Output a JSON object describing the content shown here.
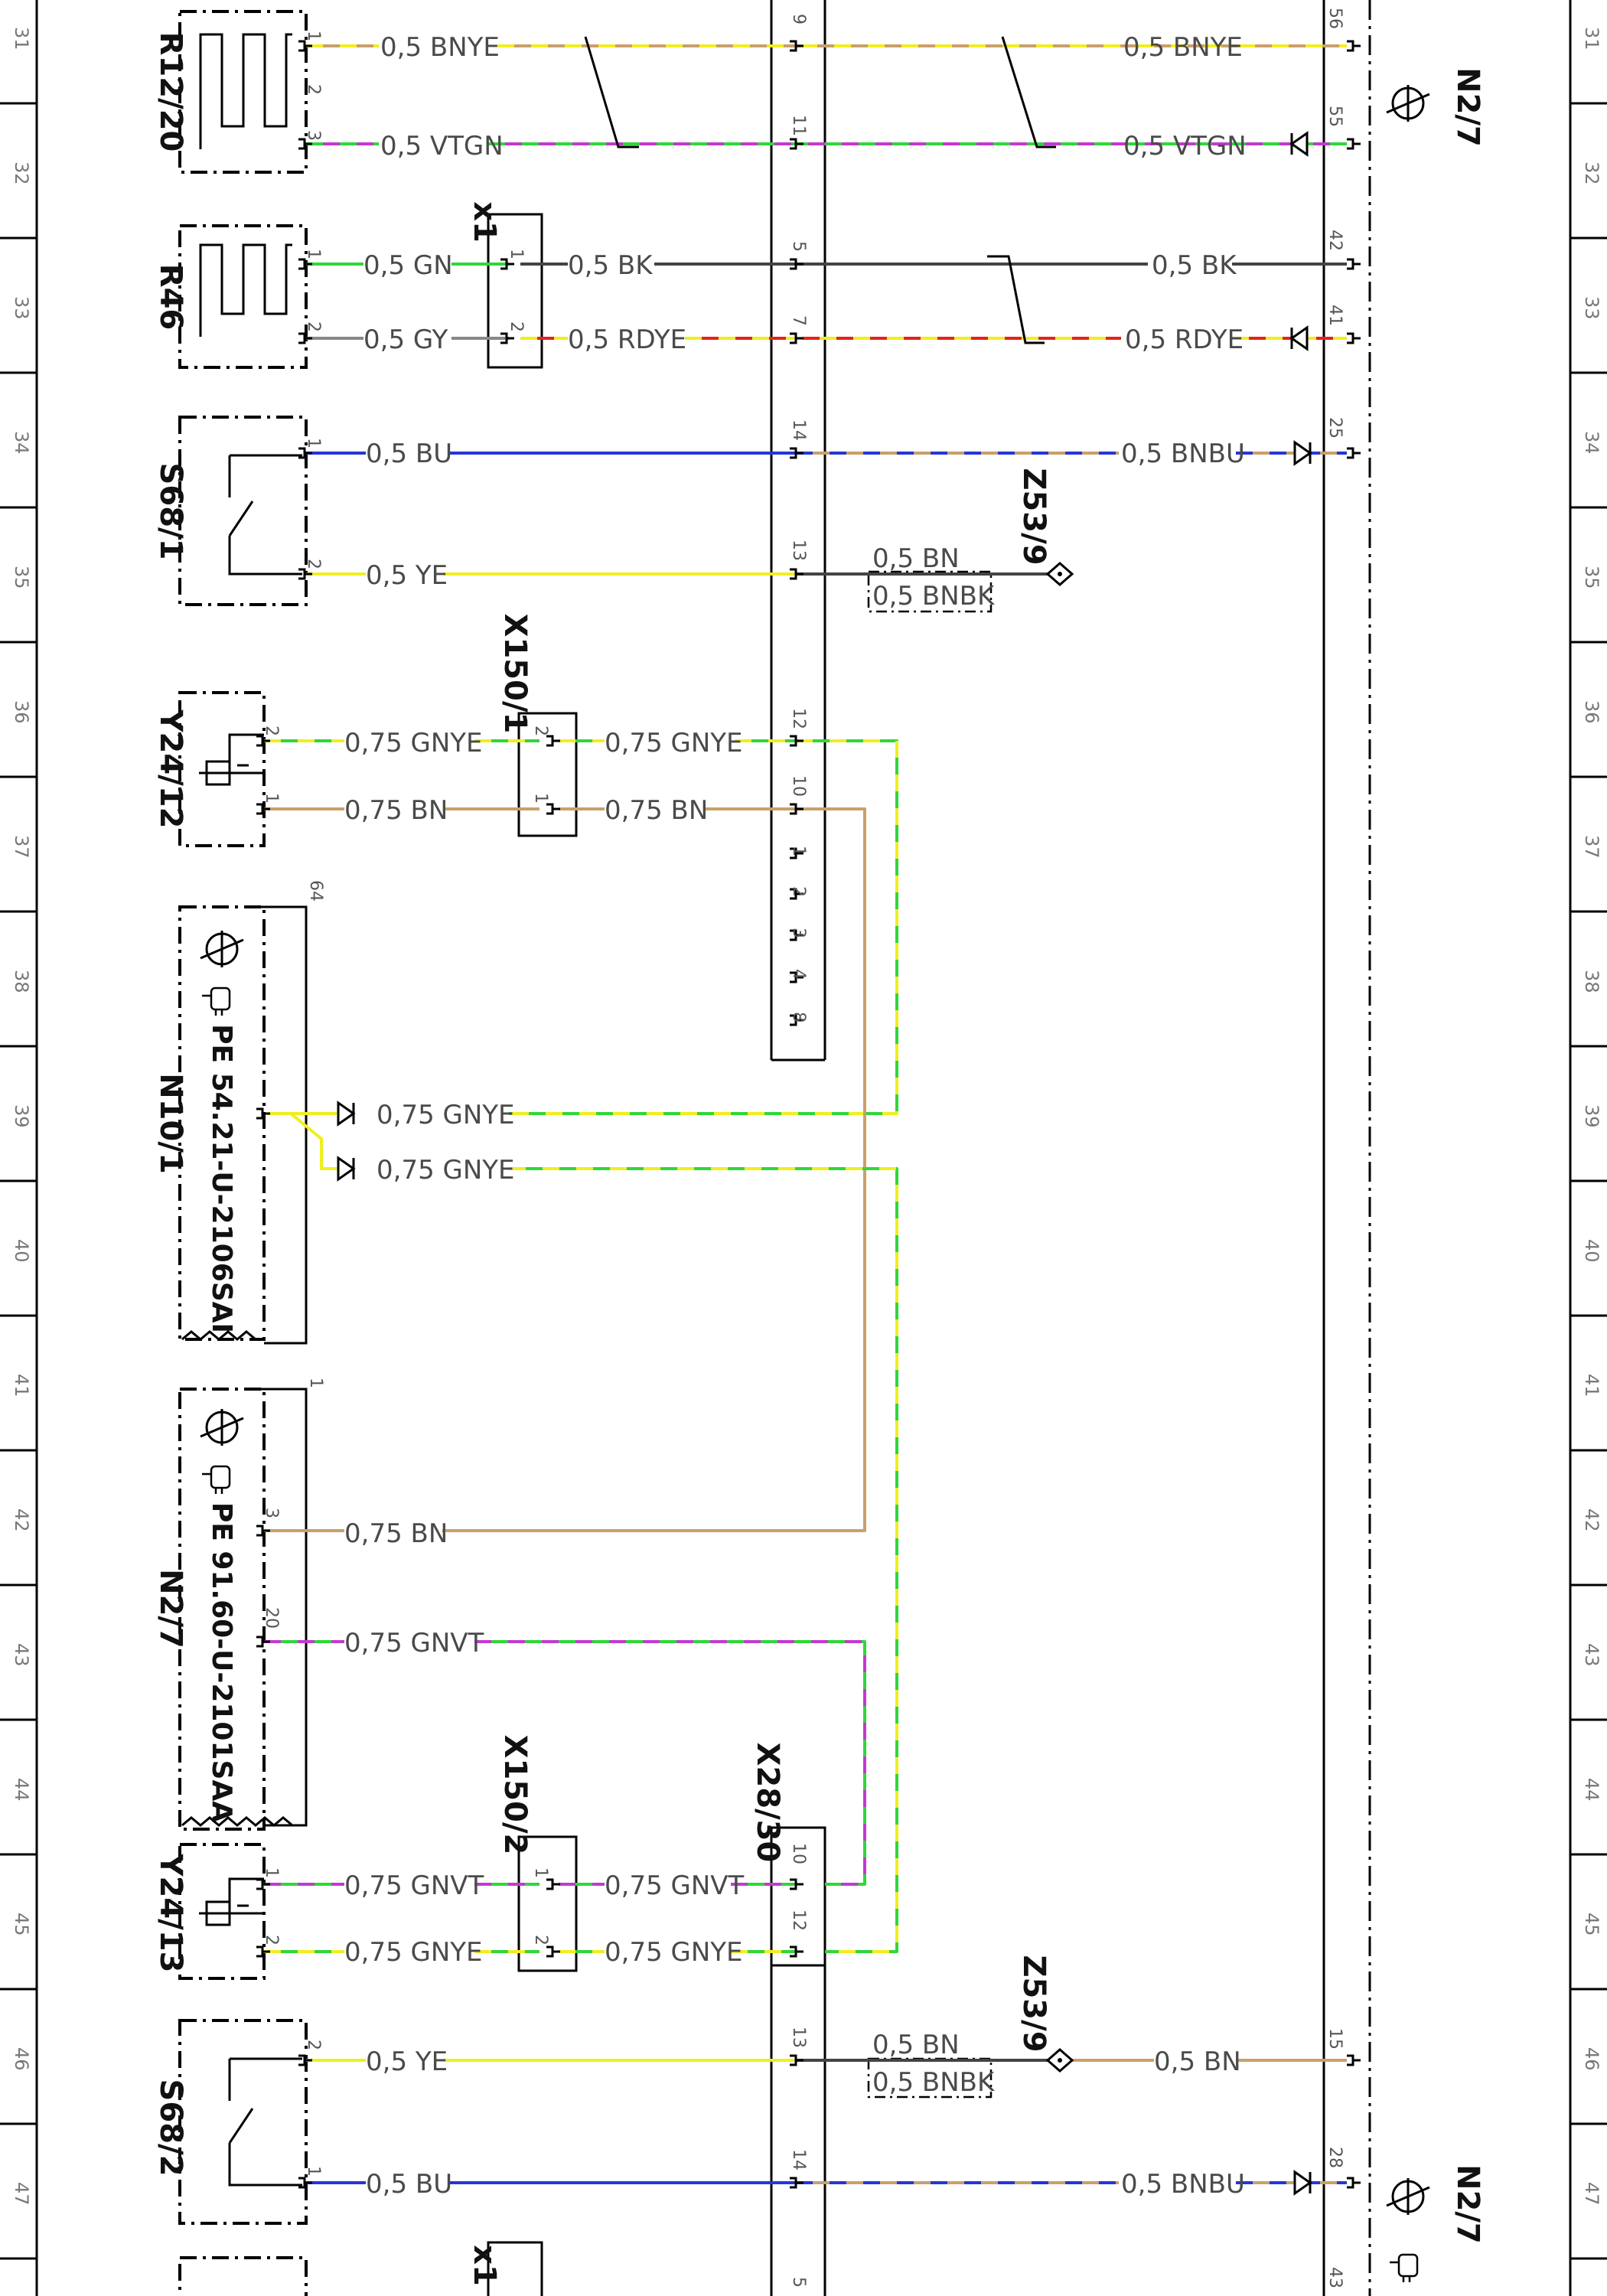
{
  "row_numbers": [
    "31",
    "32",
    "33",
    "34",
    "35",
    "36",
    "37",
    "38",
    "39",
    "40",
    "41",
    "42",
    "43",
    "44",
    "45",
    "46",
    "47"
  ],
  "colors": {
    "BN": "#c9a06a",
    "YE": "#f0ee1f",
    "GN": "#31d63a",
    "VT": "#c23ad0",
    "BU": "#2436d8",
    "RD": "#e4231b",
    "BK": "#444444",
    "GY": "#888888"
  },
  "components": {
    "r12_20": "R12/20",
    "r46": "R46",
    "s68_1": "S68/1",
    "y24_12": "Y24/12",
    "n10_1": "N10/1",
    "n10_1_pe": "PE 54.21-U-2106SAI",
    "n2_7": "N2/7",
    "n2_7_pe": "PE 91.60-U-2101SAA",
    "y24_13": "Y24/13",
    "s68_2": "S68/2",
    "x1_top": "x1",
    "x1_bottom": "x1",
    "x150_1": "X150/1",
    "x150_2": "X150/2",
    "x28_30": "X28/30",
    "z53_9_top": "Z53/9",
    "z53_9_bottom": "Z53/9",
    "n2_7_right_top": "N2/7",
    "n2_7_right_bottom": "N2/7"
  },
  "wires": {
    "r12_1": "0,5 BNYE",
    "r12_3": "0,5 VTGN",
    "r12_1_right": "0,5 BNYE",
    "r12_3_right": "0,5 VTGN",
    "r46_1": "0,5 GN",
    "r46_2": "0,5 GY",
    "x1_1_out": "0,5 BK",
    "x1_2_out": "0,5 RDYE",
    "bk_right": "0,5 BK",
    "rdye_right": "0,5 RDYE",
    "s68_1_1": "0,5 BU",
    "s68_1_1_right": "0,5 BNBU",
    "s68_1_2": "0,5 YE",
    "z53_top_bn": "0,5 BN",
    "z53_top_bnbk": "0,5 BNBK",
    "y24_12_2": "0,75 GNYE",
    "y24_12_1": "0,75 BN",
    "x150_1_2_out": "0,75 GNYE",
    "x150_1_1_out": "0,75 BN",
    "n10_gnye_a": "0,75 GNYE",
    "n10_gnye_b": "0,75 GNYE",
    "n2_7_3": "0,75 BN",
    "n2_7_20": "0,75 GNVT",
    "y24_13_1": "0,75 GNVT",
    "y24_13_2": "0,75 GNYE",
    "x150_2_1_out": "0,75 GNVT",
    "x150_2_2_out": "0,75 GNYE",
    "s68_2_2": "0,5 YE",
    "z53_bot_bn": "0,5 BN",
    "z53_bot_bnbk": "0,5 BNBK",
    "z53_bot_right": "0,5 BN",
    "s68_2_1": "0,5 BU",
    "s68_2_1_right": "0,5 BNBU"
  },
  "pins": {
    "r12_1": "1",
    "r12_2": "2",
    "r12_3": "3",
    "r46_1": "1",
    "r46_2": "2",
    "x1_1": "1",
    "x1_2": "2",
    "s68_1_1": "1",
    "s68_1_2": "2",
    "y24_12_2": "2",
    "y24_12_1": "1",
    "x150_1_2": "2",
    "x150_1_1": "1",
    "n10_64": "64",
    "n2_7_1": "1",
    "n2_7_3": "3",
    "n2_7_20": "20",
    "y24_13_1": "1",
    "y24_13_2": "2",
    "x150_2_1": "1",
    "x150_2_2": "2",
    "s68_2_2": "2",
    "s68_2_1": "1",
    "x28_30_10": "10",
    "x28_30_12": "12",
    "bus_9": "9",
    "bus_11": "11",
    "bus_5": "5",
    "bus_7": "7",
    "bus_14": "14",
    "bus_13": "13",
    "bus_12": "12",
    "bus_10": "10",
    "bus_1": "1",
    "bus_2": "2",
    "bus_3": "3",
    "bus_4": "4",
    "bus_8": "8",
    "bus_13b": "13",
    "bus_14b": "14",
    "bus_5b": "5",
    "r_56": "56",
    "r_55": "55",
    "r_42": "42",
    "r_41": "41",
    "r_25": "25",
    "r_15": "15",
    "r_28": "28",
    "r_43": "43"
  }
}
